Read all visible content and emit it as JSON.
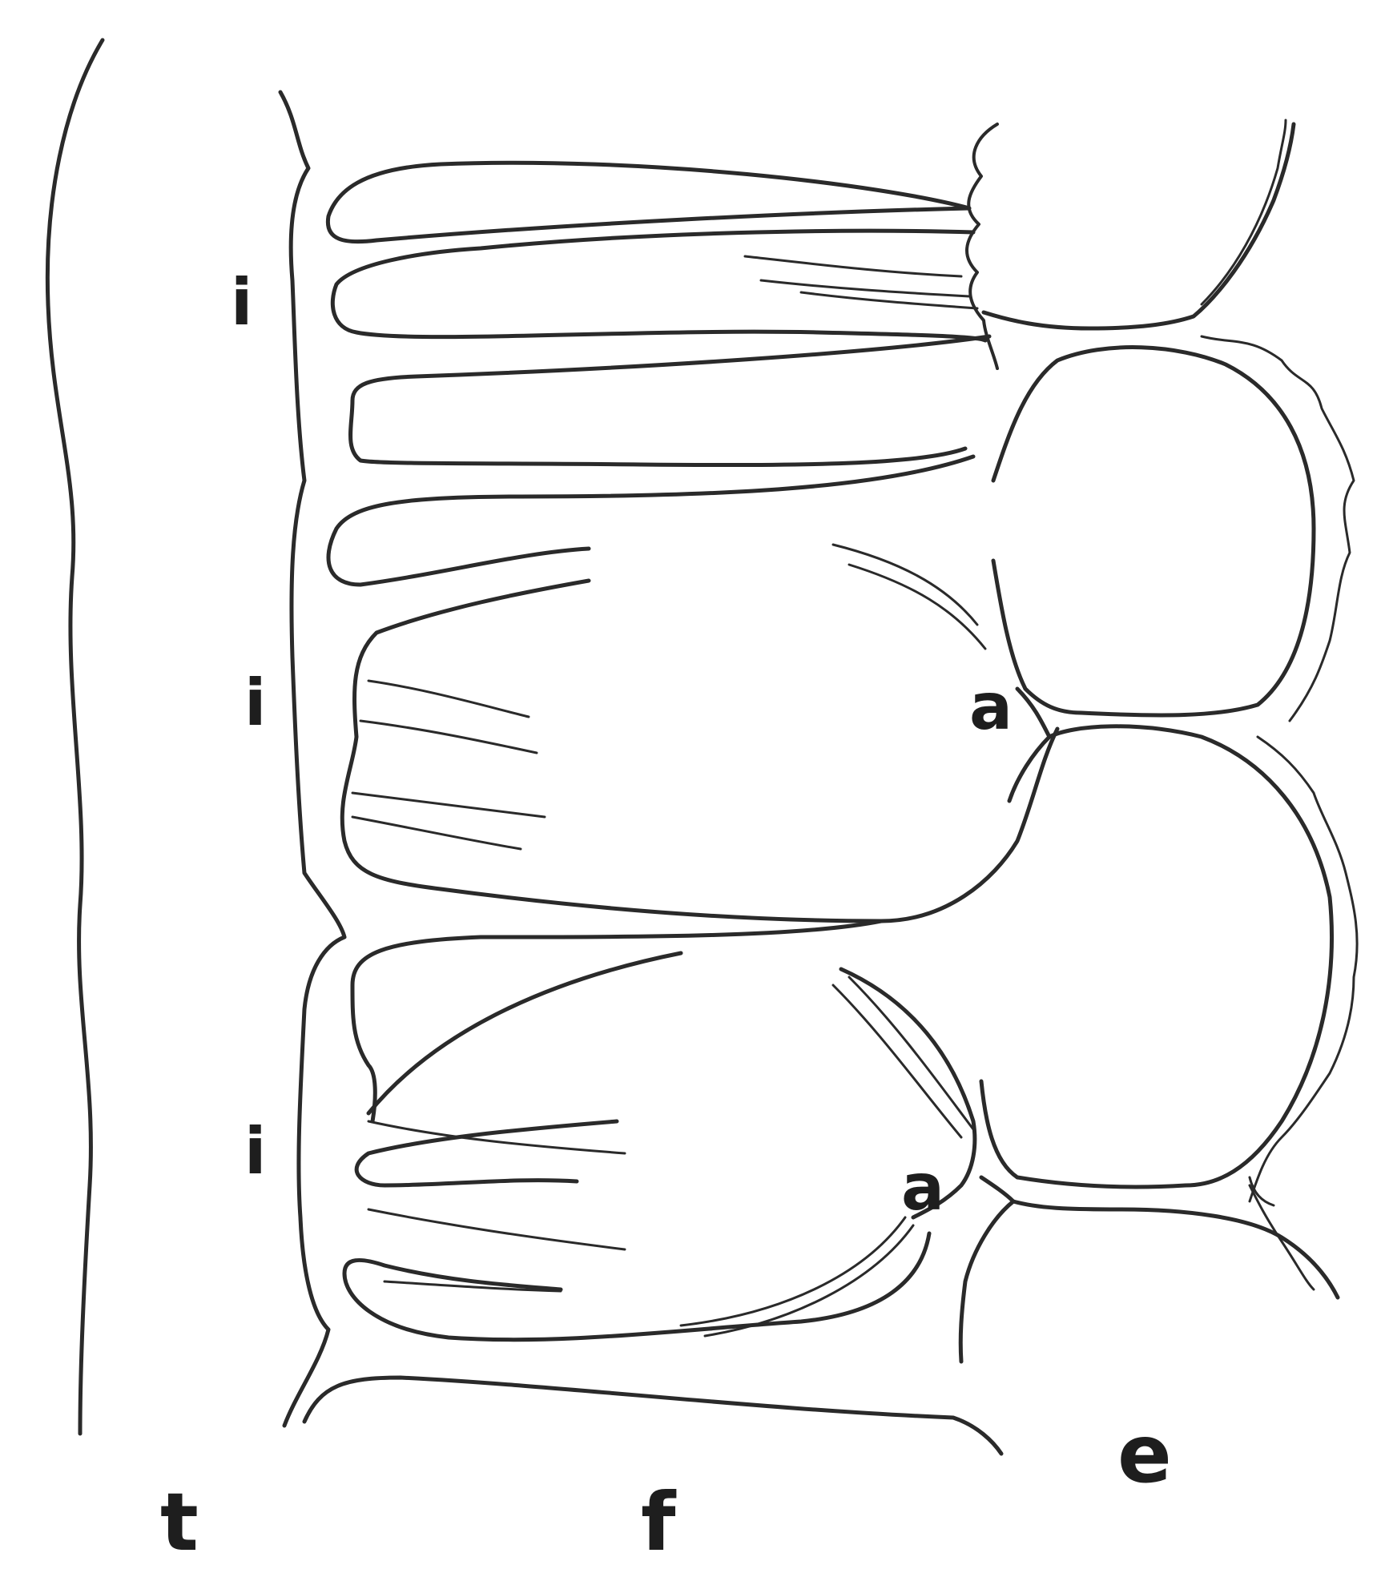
{
  "labels": {
    "i_top": "i",
    "i_middle": "i",
    "i_bottom": "i",
    "a_upper": "a",
    "a_lower": "a",
    "t": "t",
    "f": "f",
    "e": "e"
  }
}
